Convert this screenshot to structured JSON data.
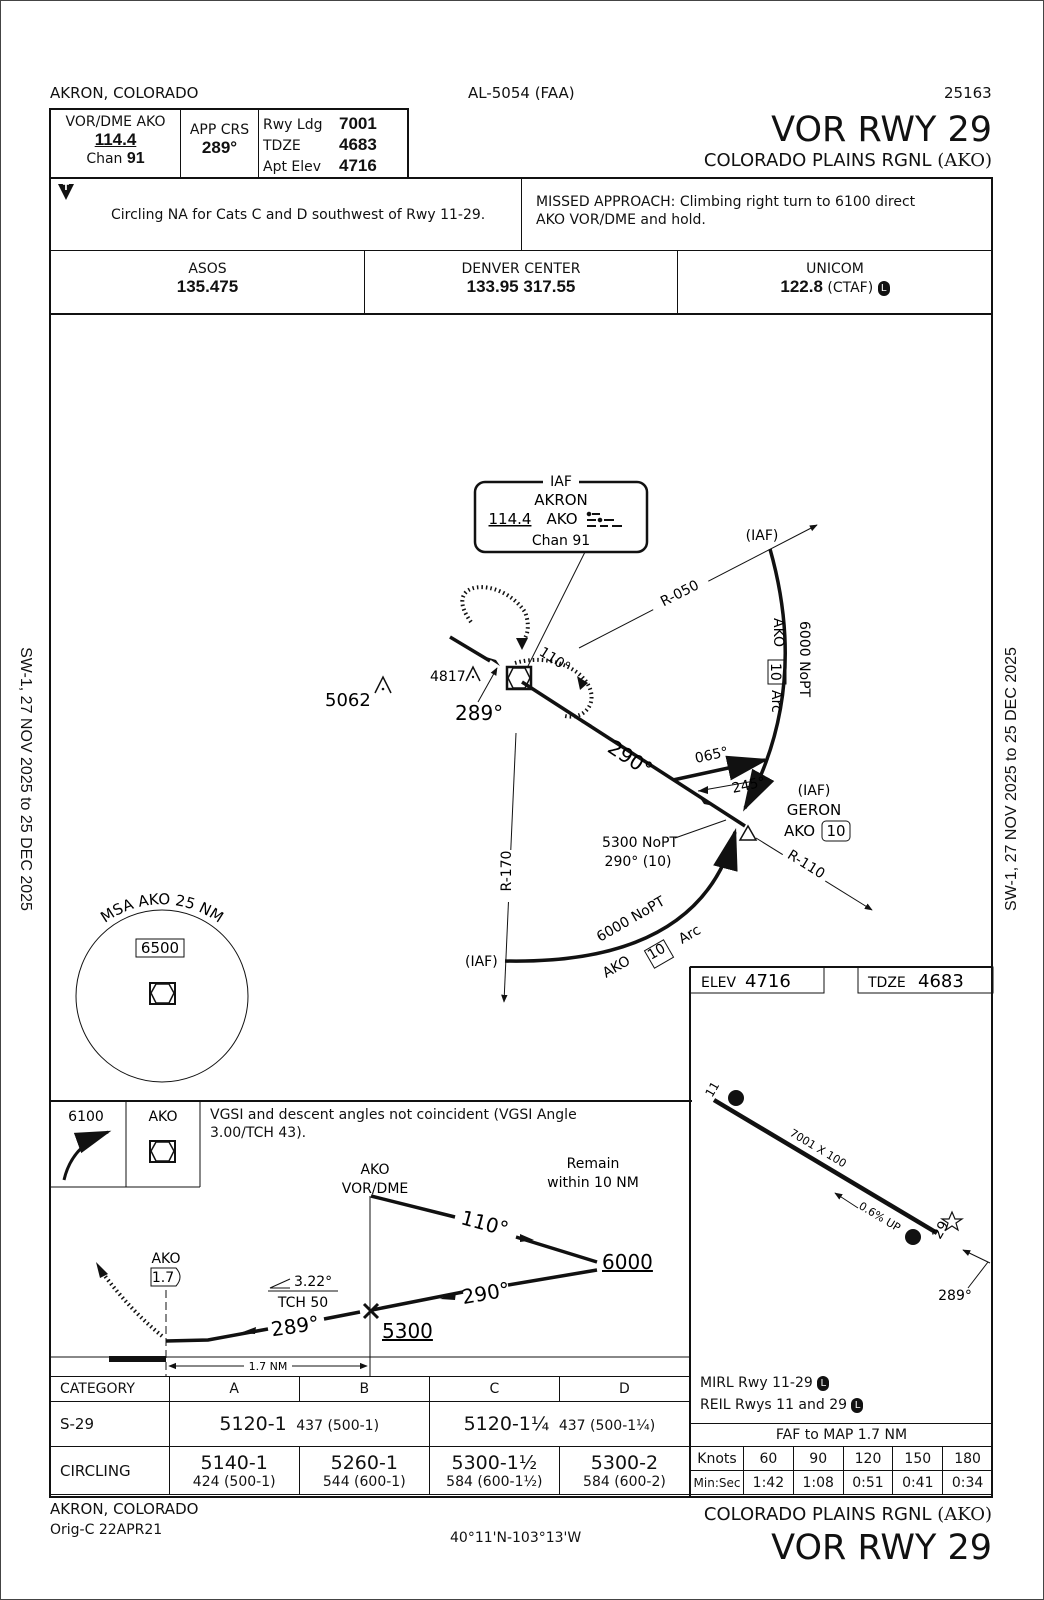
{
  "header": {
    "location": "AKRON, COLORADO",
    "chart_id": "AL-5054 (FAA)",
    "cycle": "25163",
    "title": "VOR RWY 29",
    "airport": "COLORADO PLAINS RGNL",
    "airport_id": "(AKO)"
  },
  "briefing": {
    "nav_label": "VOR/DME  AKO",
    "nav_freq": "114.4",
    "chan_label": "Chan",
    "chan_value": "91",
    "app_crs_label": "APP CRS",
    "app_crs_value": "289°",
    "rwy_ldg_label": "Rwy Ldg",
    "rwy_ldg_value": "7001",
    "tdze_label": "TDZE",
    "tdze_value": "4683",
    "apt_elev_label": "Apt Elev",
    "apt_elev_value": "4716",
    "notes": "Circling NA for Cats C and D southwest of Rwy 11-29.",
    "missed_approach": "MISSED APPROACH: Climbing right turn to 6100 direct AKO VOR/DME and hold.",
    "alternate_symbol": "T"
  },
  "comms": [
    {
      "label": "ASOS",
      "freq": "135.475",
      "suffix": ""
    },
    {
      "label": "DENVER CENTER",
      "freq": "133.95  317.55",
      "suffix": ""
    },
    {
      "label": "UNICOM",
      "freq": "122.8",
      "suffix": "(CTAF)",
      "badge": "L"
    }
  ],
  "planview": {
    "navaid": {
      "role": "IAF",
      "name": "AKRON",
      "freq": "114.4",
      "ident": "AKO",
      "chan": "Chan 91"
    },
    "labels": {
      "iaf_ne": "(IAF)",
      "r050": "R-050",
      "arc_ne_alt": "6000 NoPT",
      "arc_ne_name": "AKO",
      "arc_ne_dme": "10",
      "arc_ne_suffix": "Arc",
      "hold_inbound": "110°",
      "crs_289": "289°",
      "crs_290": "290°",
      "obst_4817": "4817",
      "obst_5062": "5062",
      "crs_065": "065°",
      "crs_245": "245°",
      "geron_role": "(IAF)",
      "geron_name": "GERON",
      "geron_ref": "AKO",
      "geron_dme": "10",
      "nopt_alt": "5300 NoPT",
      "nopt_crs": "290° (10)",
      "r110": "R-110",
      "r170": "R-170",
      "iaf_sw": "(IAF)",
      "arc_sw_alt": "6000 NoPT",
      "arc_sw_name": "AKO",
      "arc_sw_dme": "10",
      "arc_sw_suffix": "Arc"
    },
    "msa": {
      "title": "MSA AKO 25 NM",
      "altitude": "6500"
    }
  },
  "side_text": {
    "left": "SW-1,  27 NOV 2025  to  25 DEC 2025",
    "right": "SW-1,  27 NOV 2025  to  25 DEC 2025"
  },
  "airport_diagram": {
    "elev_label": "ELEV",
    "elev_value": "4716",
    "tdze_label": "TDZE",
    "tdze_value": "4683",
    "rwy_11": "11",
    "rwy_29": "29",
    "dimensions": "7001 X 100",
    "slope": "0.6% UP",
    "final_crs": "289°",
    "lighting": [
      {
        "text": "MIRL Rwy 11-29",
        "badge": "L"
      },
      {
        "text": "REIL Rwys 11 and 29",
        "badge": "L"
      }
    ]
  },
  "profile": {
    "missed_alt": "6100",
    "missed_fix": "AKO",
    "note": "VGSI and descent angles not coincident (VGSI Angle 3.00/TCH 43).",
    "fix_name": "AKO",
    "fix_type": "VOR/DME",
    "remain": "Remain within 10 NM",
    "outbound": "110°",
    "inbound": "290°",
    "final": "289°",
    "turn_alt": "6000",
    "faf_alt": "5300",
    "gs_angle": "3.22°",
    "tch": "TCH 50",
    "map_ref": "AKO",
    "map_dme": "1.7",
    "distance": "1.7 NM"
  },
  "minimums": {
    "headers": [
      "CATEGORY",
      "A",
      "B",
      "C",
      "D"
    ],
    "straight_in": {
      "label": "S-29",
      "ab_mda": "5120-1",
      "ab_hat": "437 (500-1)",
      "cd_mda": "5120-1¼",
      "cd_hat": "437 (500-1¼)"
    },
    "circling": {
      "label": "CIRCLING",
      "values": [
        {
          "mda": "5140-1",
          "hat": "424 (500-1)"
        },
        {
          "mda": "5260-1",
          "hat": "544 (600-1)"
        },
        {
          "mda": "5300-1½",
          "hat": "584 (600-1½)"
        },
        {
          "mda": "5300-2",
          "hat": "584 (600-2)"
        }
      ]
    }
  },
  "timing": {
    "title": "FAF to MAP  1.7 NM",
    "knots_label": "Knots",
    "time_label": "Min:Sec",
    "knots": [
      "60",
      "90",
      "120",
      "150",
      "180"
    ],
    "times": [
      "1:42",
      "1:08",
      "0:51",
      "0:41",
      "0:34"
    ]
  },
  "footer": {
    "location": "AKRON, COLORADO",
    "amendment": "Orig-C  22APR21",
    "coords": "40°11'N-103°13'W",
    "airport": "COLORADO PLAINS RGNL",
    "airport_id": "(AKO)",
    "title": "VOR RWY 29"
  }
}
